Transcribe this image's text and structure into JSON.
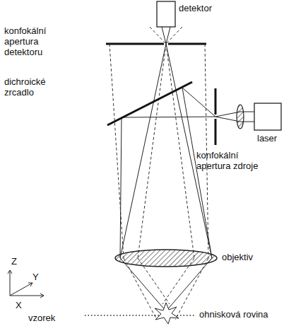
{
  "diagram": {
    "labels": [
      "detektor",
      "konfokální apertura detektoru",
      "dichroické zrcadlo",
      "laser",
      "konfokální apertura zdroje",
      "objektiv",
      "Z",
      "Y",
      "X",
      "vzorek",
      "ohnisková rovina"
    ]
  }
}
